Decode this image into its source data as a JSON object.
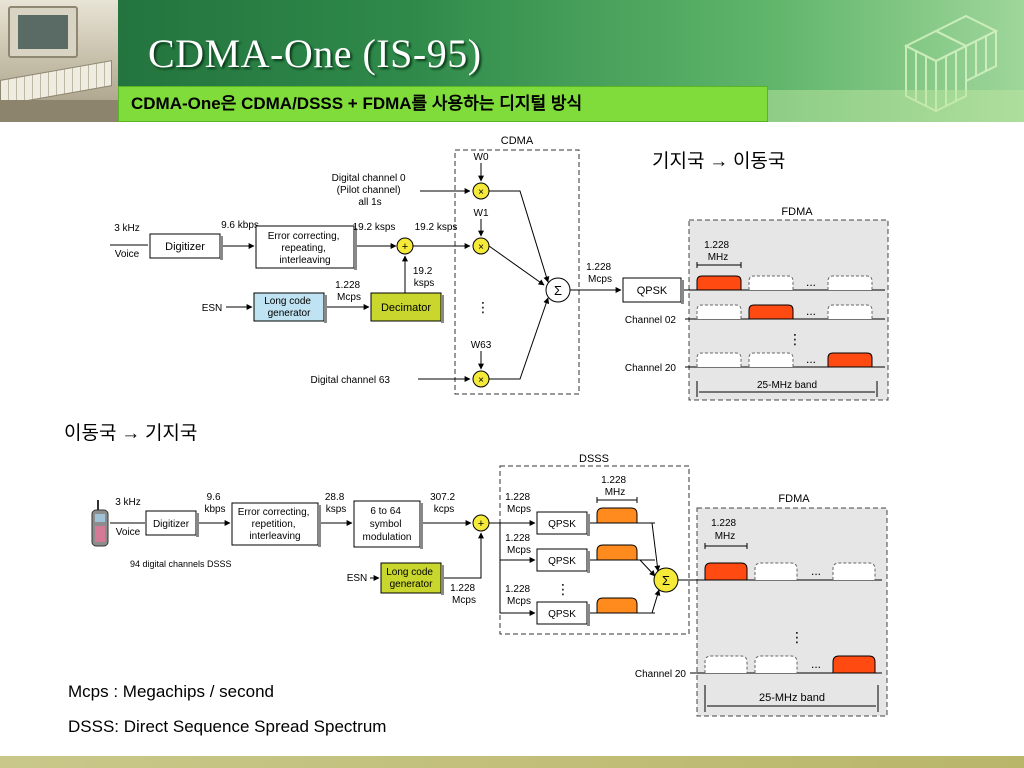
{
  "title": "CDMA-One (IS-95)",
  "subtitle": "CDMA-One은 CDMA/DSSS + FDMA를 사용하는 디지털 방식",
  "forward": {
    "direction_label": "기지국 → 이동국",
    "cdma_label": "CDMA",
    "fdma_label": "FDMA",
    "input_rate": "3 kHz",
    "input_name": "Voice",
    "digitizer": "Digitizer",
    "rate_96": "9.6 kbps",
    "error_block": "Error correcting, repeating, interleaving",
    "rate_192a": "19.2 ksps",
    "rate_192b": "19.2 ksps",
    "rate_192c": "19.2 ksps",
    "esn": "ESN",
    "long_code": "Long code generator",
    "rate_1228_mcps": "1.228 Mcps",
    "decimator": "Decimator",
    "digital_ch0": "Digital channel 0 (Pilot channel) all 1s",
    "digital_ch63": "Digital channel 63",
    "w0": "W0",
    "w1": "W1",
    "w63": "W63",
    "sum_rate": "1.228 Mcps",
    "qpsk": "QPSK",
    "bw_label": "1.228 MHz",
    "channel_02": "Channel 02",
    "channel_20": "Channel 20",
    "band": "25-MHz band",
    "ellipsis": "...",
    "vdots": "⋮"
  },
  "reverse": {
    "direction_label": "이동국 → 기지국",
    "dsss_label": "DSSS",
    "fdma_label": "FDMA",
    "input_rate": "3 kHz",
    "input_name": "Voice",
    "digitizer": "Digitizer",
    "rate_96": "9.6 kbps",
    "error_block": "Error correcting, repetition, interleaving",
    "rate_288": "28.8 ksps",
    "symbol_mod": "6 to 64 symbol modulation",
    "rate_3072": "307.2 kcps",
    "esn": "ESN",
    "long_code": "Long code generator",
    "rate_lc": "1.228 Mcps",
    "channels_note": "94 digital channels DSSS",
    "branch_rate": "1.228 Mcps",
    "qpsk": "QPSK",
    "bw_label": "1.228 MHz",
    "channel_20": "Channel 20",
    "band": "25-MHz band",
    "ellipsis": "...",
    "vdots": "⋮"
  },
  "notes": {
    "mcps": "Mcps : Megachips / second",
    "dsss": "DSSS: Direct Sequence Spread Spectrum"
  },
  "colors": {
    "header_dark": "#1f6b3a",
    "subtitle_bg": "#7fdc3a",
    "long_code_bg": "#bfe3f2",
    "decimator_bg": "#c8d62e",
    "adder_bg": "#f5ea3a",
    "red_carrier": "#ff4a12",
    "orange_carrier": "#ff8a1e",
    "panel_bg": "#e6e6e6"
  }
}
